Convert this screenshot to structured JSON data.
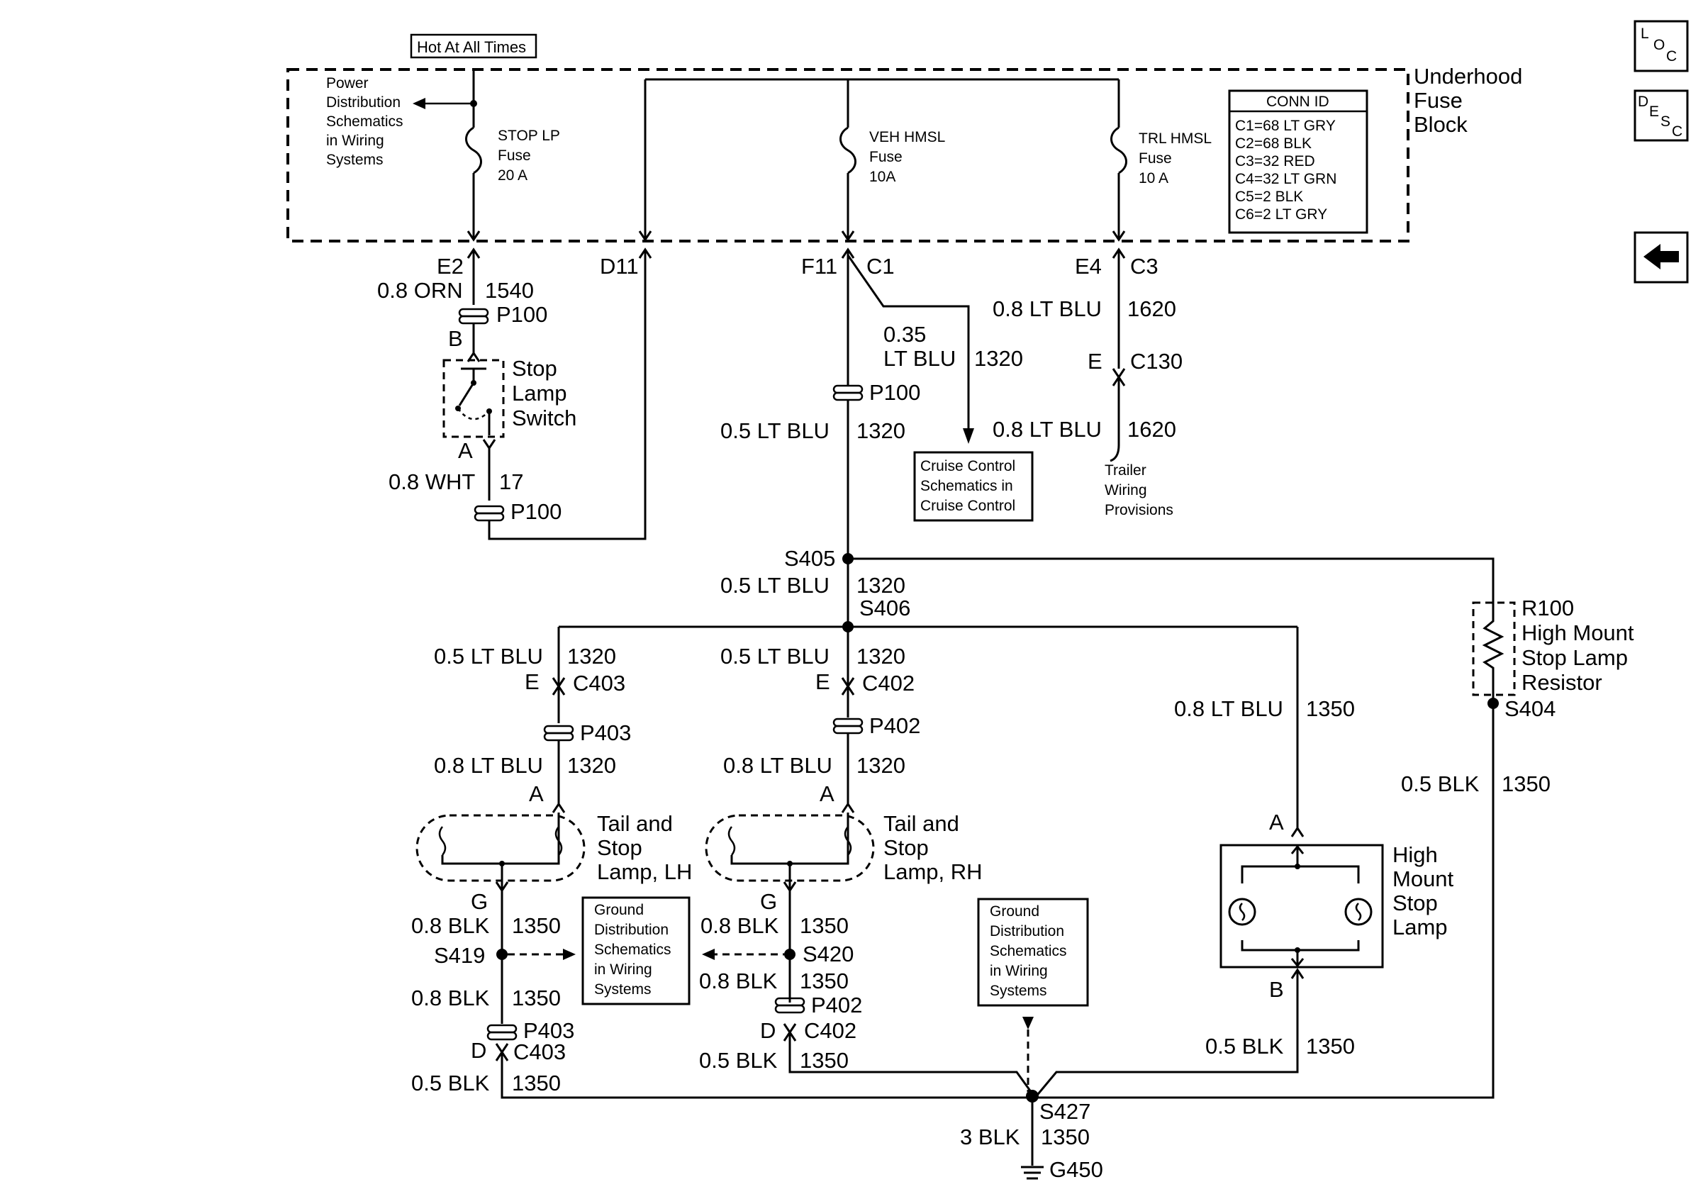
{
  "hot": "Hot At All Times",
  "fuse_block": {
    "l1": "Underhood",
    "l2": "Fuse",
    "l3": "Block"
  },
  "pds": {
    "l1": "Power",
    "l2": "Distribution",
    "l3": "Schematics",
    "l4": "in Wiring",
    "l5": "Systems"
  },
  "fuses": {
    "stop": {
      "l1": "STOP LP",
      "l2": "Fuse",
      "l3": "20 A"
    },
    "veh": {
      "l1": "VEH HMSL",
      "l2": "Fuse",
      "l3": "10A"
    },
    "trl": {
      "l1": "TRL HMSL",
      "l2": "Fuse",
      "l3": "10 A"
    }
  },
  "conn_id": {
    "title": "CONN ID",
    "rows": [
      "C1=68 LT GRY",
      "C2=68 BLK",
      "C3=32 RED",
      "C4=32 LT GRN",
      "C5=2 BLK",
      "C6=2 LT GRY"
    ]
  },
  "nav": {
    "loc": [
      "L",
      "O",
      "C"
    ],
    "desc": [
      "D",
      "E",
      "S",
      "C"
    ],
    "back_icon": "left-arrow-icon"
  },
  "t": {
    "e2": "E2",
    "d11": "D11",
    "f11": "F11",
    "c1": "C1",
    "e4": "E4",
    "c3": "C3",
    "w08orn": "0.8 ORN",
    "c1540": "1540",
    "p100": "P100",
    "b": "B",
    "a": "A",
    "sls1": "Stop",
    "sls2": "Lamp",
    "sls3": "Switch",
    "w08wht": "0.8 WHT",
    "c17": "17",
    "w035": "0.35",
    "ltblu": "LT BLU",
    "c1320": "1320",
    "w05ltblu": "0.5 LT BLU",
    "w08ltblu": "0.8 LT BLU",
    "cc1": "Cruise Control",
    "cc2": "Schematics in",
    "cc3": "Cruise Control",
    "c1620": "1620",
    "e": "E",
    "c130": "C130",
    "tw1": "Trailer",
    "tw2": "Wiring",
    "tw3": "Provisions",
    "s405": "S405",
    "s406": "S406",
    "c403": "C403",
    "c402": "C402",
    "p403": "P403",
    "p402": "P402",
    "tlh1": "Tail and",
    "tlh2": "Stop",
    "tlh3": "Lamp, LH",
    "trh1": "Tail and",
    "trh2": "Stop",
    "trh3": "Lamp, RH",
    "g": "G",
    "d": "D",
    "w08blk": "0.8 BLK",
    "w05blk": "0.5 BLK",
    "w3blk": "3 BLK",
    "c1350": "1350",
    "s419": "S419",
    "s420": "S420",
    "s427": "S427",
    "g450": "G450",
    "gd1": "Ground",
    "gd2": "Distribution",
    "gd3": "Schematics",
    "gd4": "in Wiring",
    "gd5": "Systems",
    "r100": "R100",
    "r2": "High Mount",
    "r3": "Stop Lamp",
    "r4": "Resistor",
    "s404": "S404",
    "hm1": "High",
    "hm2": "Mount",
    "hm3": "Stop",
    "hm4": "Lamp"
  }
}
